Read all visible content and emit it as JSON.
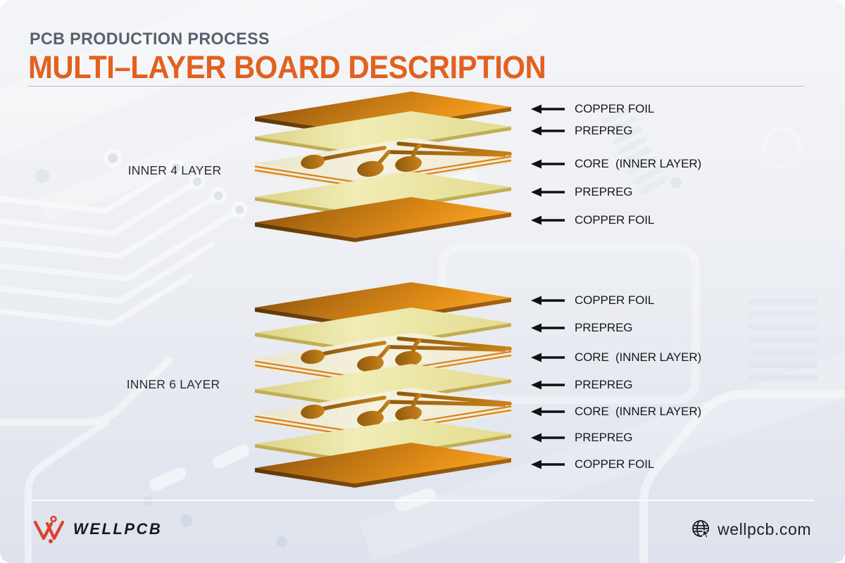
{
  "header": {
    "kicker": "PCB PRODUCTION PROCESS",
    "title": "MULTI–LAYER BOARD DESCRIPTION"
  },
  "stacks": [
    {
      "side_label": "INNER 4 LAYER",
      "layers": [
        "COPPER FOIL",
        "PREPREG",
        "CORE  (INNER LAYER)",
        "PREPREG",
        "COPPER FOIL"
      ]
    },
    {
      "side_label": "INNER 6 LAYER",
      "layers": [
        "COPPER FOIL",
        "PREPREG",
        "CORE  (INNER LAYER)",
        "PREPREG",
        "CORE  (INNER LAYER)",
        "PREPREG",
        "COPPER FOIL"
      ]
    }
  ],
  "footer": {
    "brand": "WELLPCB",
    "website": "wellpcb.com"
  },
  "colors": {
    "accent_orange": "#e2611f",
    "kicker_gray": "#59616e",
    "copper_bright": "#f6a224",
    "copper_dark": "#7a4a0d",
    "prepreg_yellow": "#f0edb5",
    "core_ivory": "#f5f2e0",
    "trace_brown": "#b26d12",
    "logo_red": "#dd4030",
    "label_black": "#17181a"
  }
}
